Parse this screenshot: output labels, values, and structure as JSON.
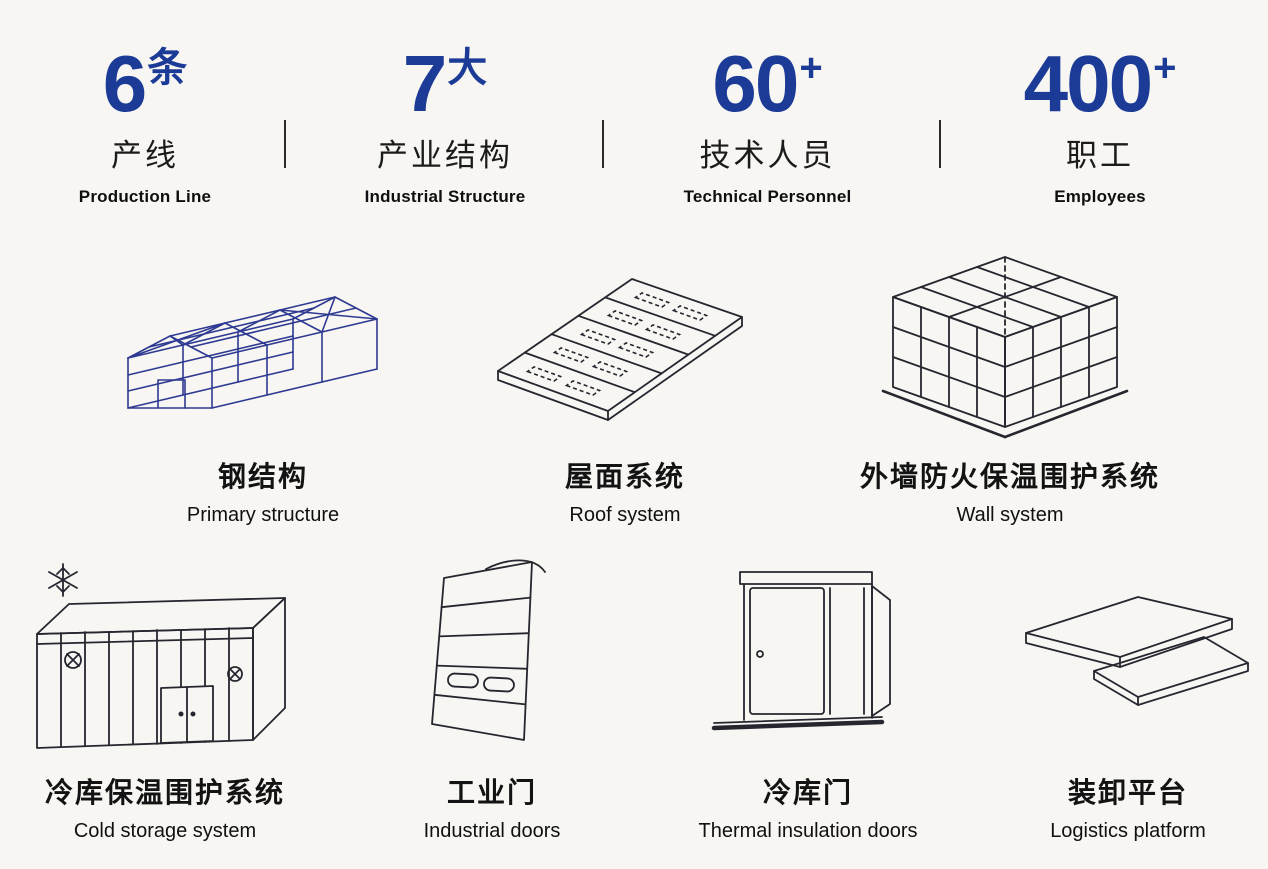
{
  "colors": {
    "background": "#f7f6f3",
    "accent_blue": "#1c3b97",
    "line_dark": "#26262f",
    "steel_blue": "#2e3a92",
    "text_dark": "#121212"
  },
  "stats": {
    "items": [
      {
        "number": "6",
        "suffix": "条",
        "label_zh": "产线",
        "label_en": "Production Line"
      },
      {
        "number": "7",
        "suffix": "大",
        "label_zh": "产业结构",
        "label_en": "Industrial Structure"
      },
      {
        "number": "60",
        "suffix": "+",
        "label_zh": "技术人员",
        "label_en": "Technical Personnel"
      },
      {
        "number": "400",
        "suffix": "+",
        "label_zh": "职工",
        "label_en": "Employees"
      }
    ]
  },
  "products": {
    "row1": [
      {
        "icon": "steel-structure-icon",
        "label_zh": "钢结构",
        "label_en": "Primary structure"
      },
      {
        "icon": "roof-system-icon",
        "label_zh": "屋面系统",
        "label_en": "Roof system"
      },
      {
        "icon": "wall-system-icon",
        "label_zh": "外墙防火保温围护系统",
        "label_en": "Wall system"
      }
    ],
    "row2": [
      {
        "icon": "cold-storage-icon",
        "label_zh": "冷库保温围护系统",
        "label_en": "Cold storage system"
      },
      {
        "icon": "industrial-door-icon",
        "label_zh": "工业门",
        "label_en": "Industrial doors"
      },
      {
        "icon": "cold-storage-door-icon",
        "label_zh": "冷库门",
        "label_en": "Thermal insulation doors"
      },
      {
        "icon": "loading-platform-icon",
        "label_zh": "装卸平台",
        "label_en": "Logistics platform"
      }
    ]
  }
}
